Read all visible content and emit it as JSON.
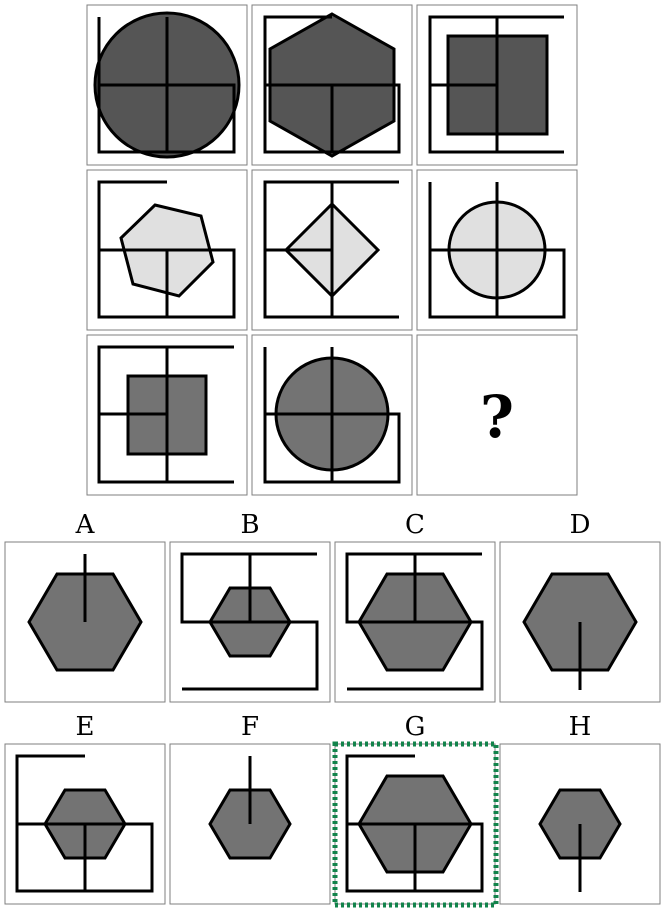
{
  "puzzle": {
    "question_mark": "?",
    "options": [
      {
        "label": "A"
      },
      {
        "label": "B"
      },
      {
        "label": "C"
      },
      {
        "label": "D"
      },
      {
        "label": "E"
      },
      {
        "label": "F"
      },
      {
        "label": "G",
        "highlighted": true
      },
      {
        "label": "H"
      }
    ]
  },
  "colors": {
    "cell_border": "#7f7f7f",
    "stroke": "#000000",
    "dark_fill": "#555555",
    "medium_fill": "#737373",
    "light_fill": "#e0e0e0",
    "highlight_border": "#12834b"
  }
}
